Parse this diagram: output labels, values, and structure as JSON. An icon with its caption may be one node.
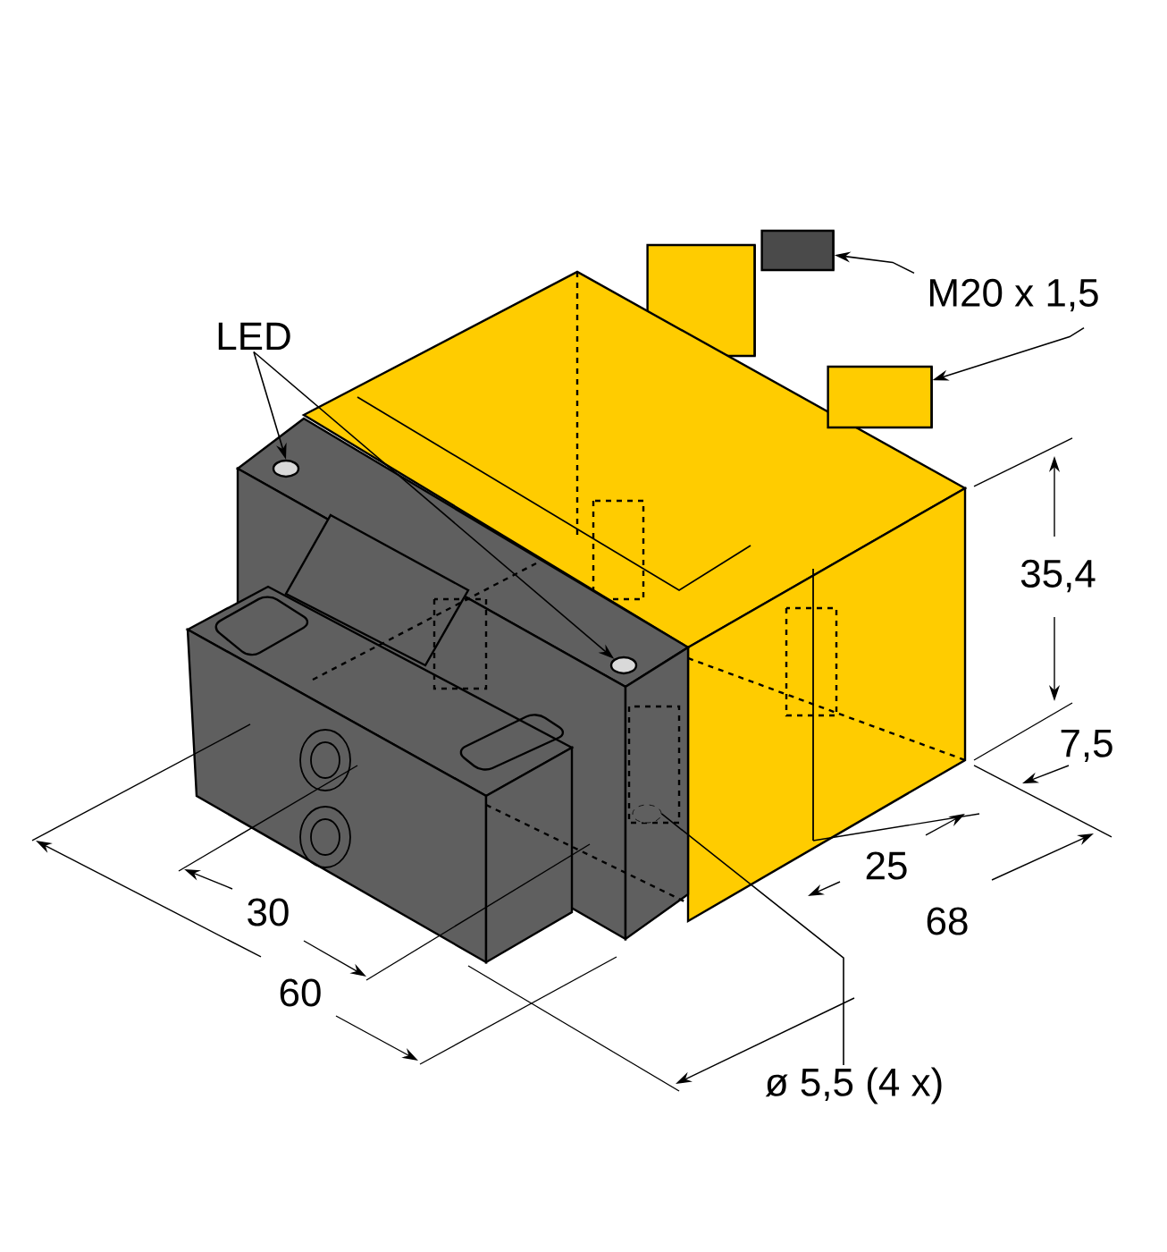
{
  "diagram": {
    "nodes": [
      {
        "text": [
          "LED"
        ]
      },
      {
        "text": [],
        "shape": "circle"
      },
      {
        "text": [],
        "shape": "circle"
      },
      {
        "text": [
          "M20 x 1,5"
        ]
      },
      {
        "text": [],
        "shape": "cylinder"
      },
      {
        "text": [],
        "shape": "cylinder"
      },
      {
        "text": [
          "ø 5,5 (4 x)"
        ]
      },
      {
        "text": [],
        "shape": "circle"
      }
    ],
    "edges": [
      {
        "from": 0,
        "to": 1,
        "arrow": "to"
      },
      {
        "from": 0,
        "to": 2,
        "arrow": "to"
      },
      {
        "from": 3,
        "to": 4,
        "arrow": "to"
      },
      {
        "from": 3,
        "to": 5,
        "arrow": "to"
      },
      {
        "from": 6,
        "to": 7,
        "arrow": "none"
      }
    ],
    "labels": [
      "35,4",
      "7,5",
      "25",
      "68",
      "30",
      "60"
    ]
  }
}
